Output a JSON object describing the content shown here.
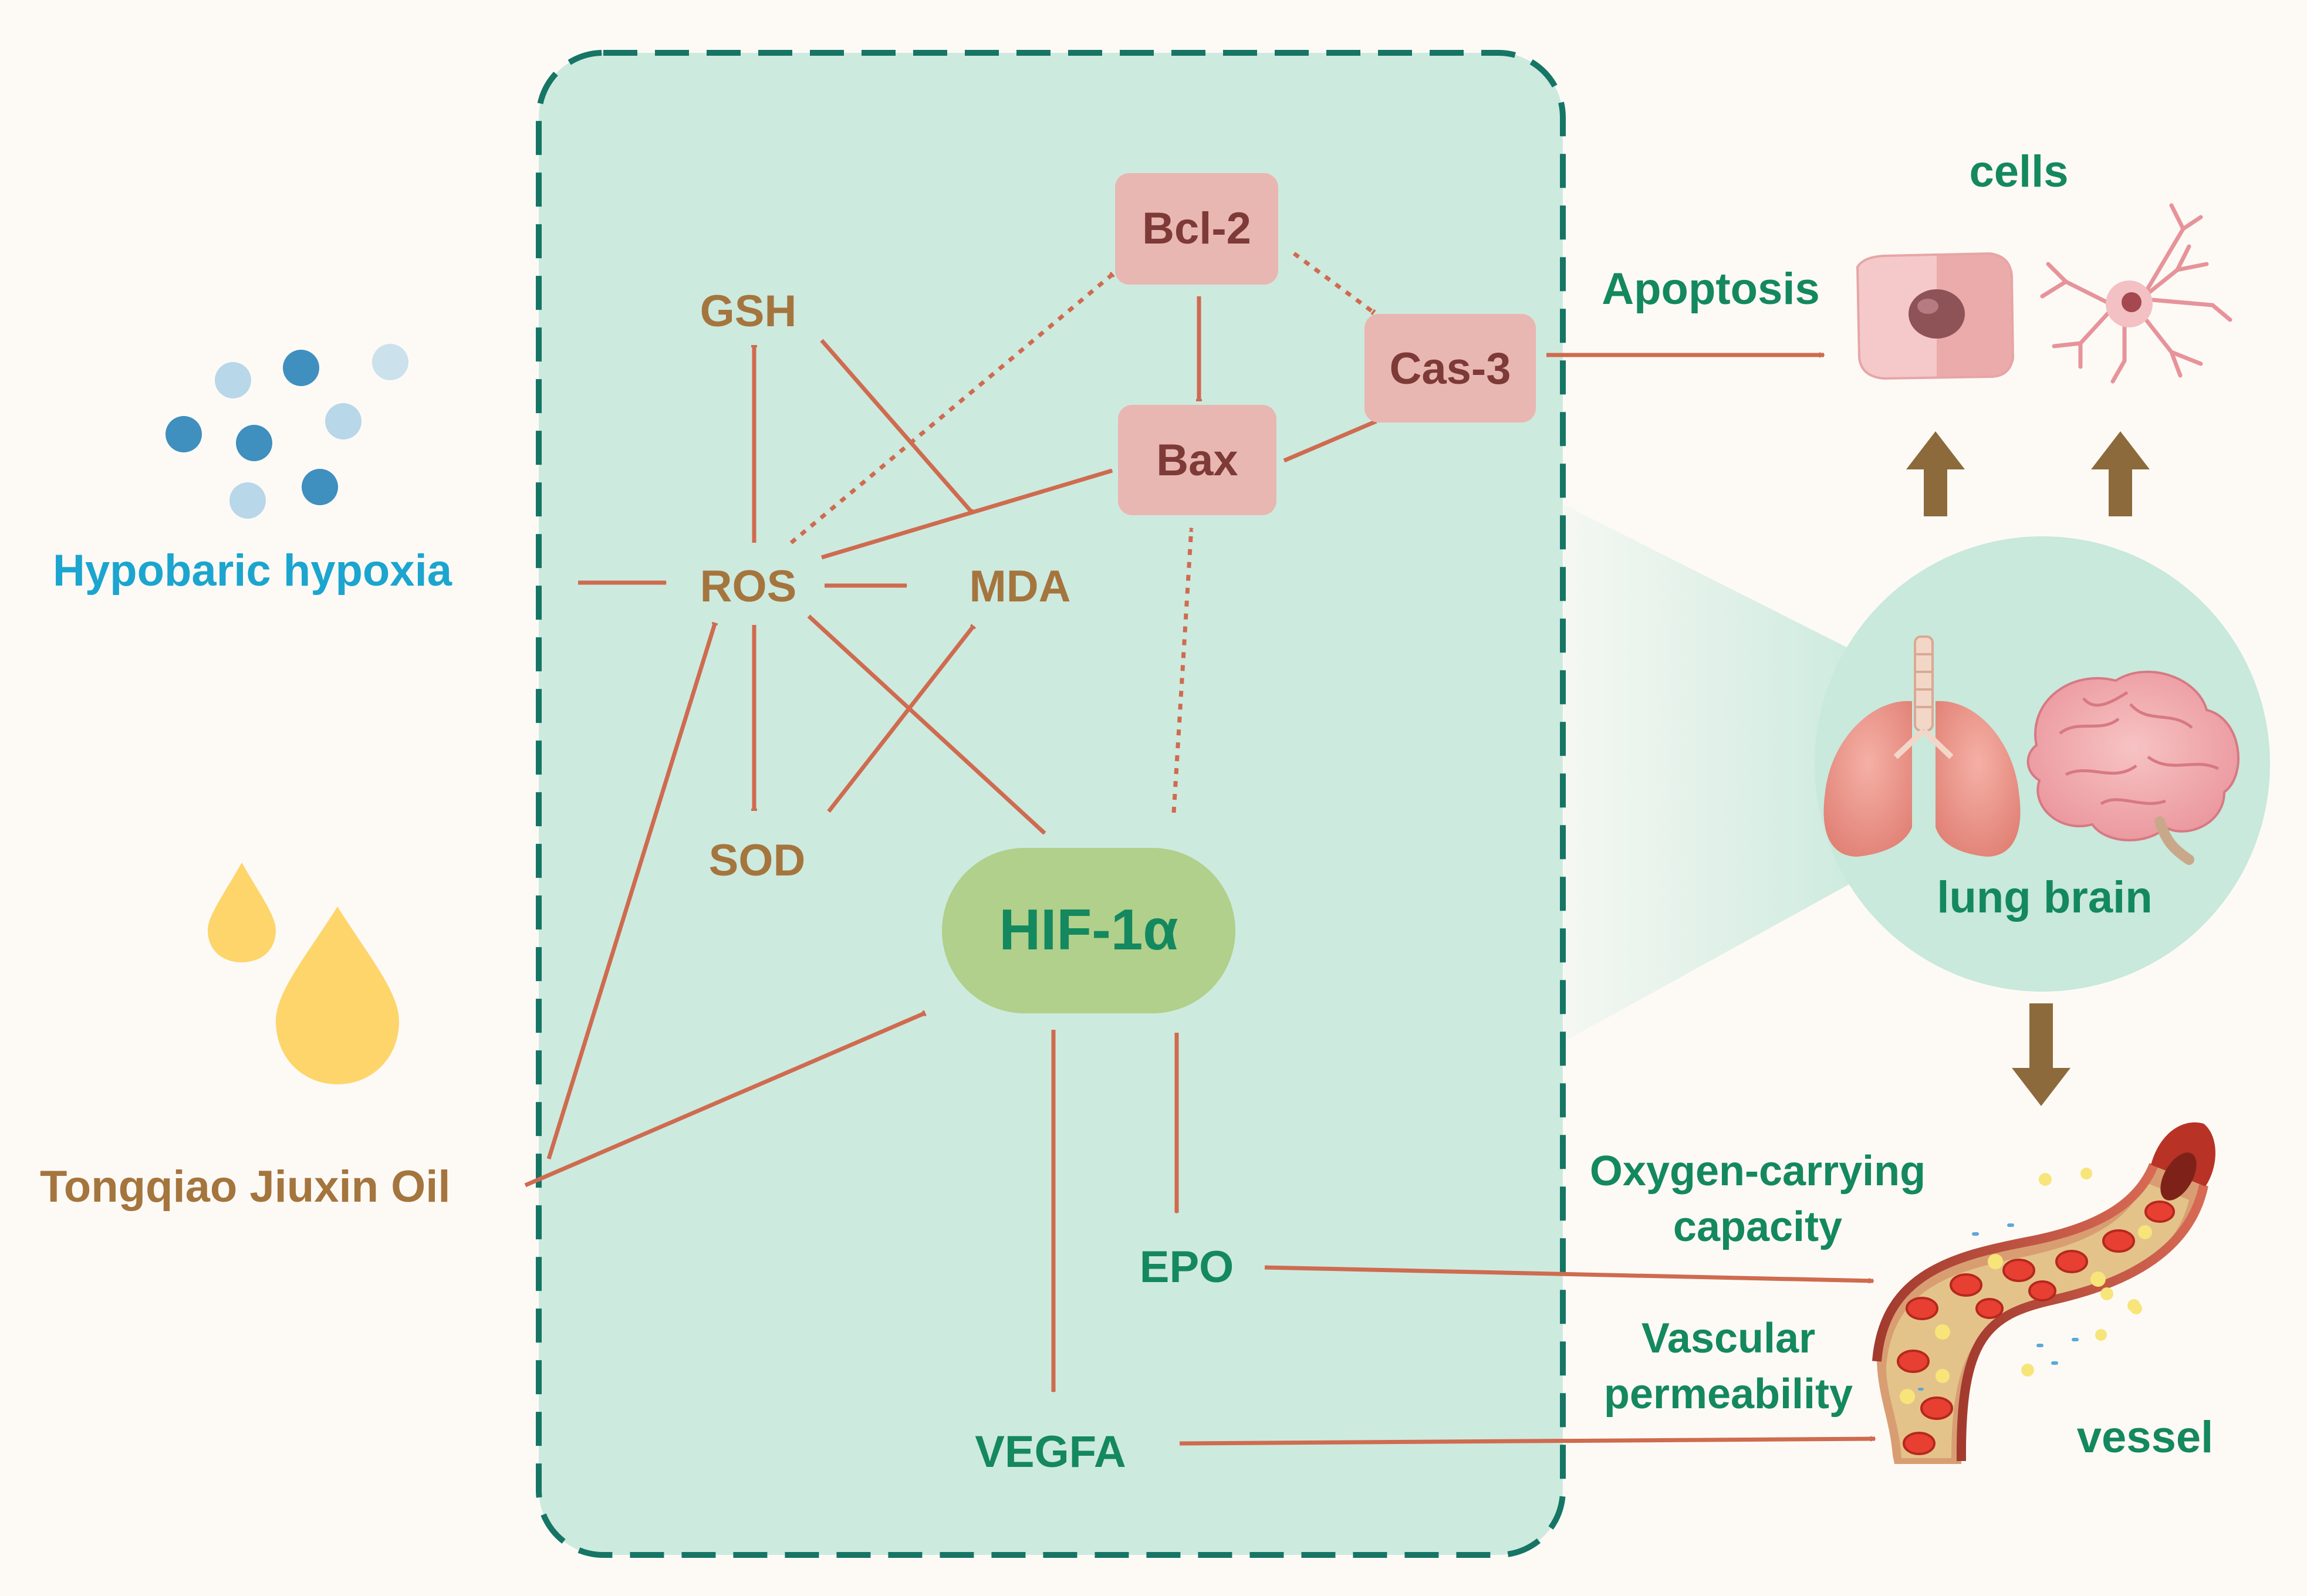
{
  "colors": {
    "background": "#fdfaf6",
    "panel_fill": "#cdeadf",
    "panel_border": "#167565",
    "arrow": "#cf6b4f",
    "brown_text": "#a5753e",
    "blue_text": "#1ba5cf",
    "green_text": "#14885e",
    "protein_box": "#e9b7b2",
    "protein_text": "#7d3a36",
    "hif_fill": "#b0d08b",
    "up_arrow": "#8d6a3b",
    "organ_circle": "#c8e9dc"
  },
  "inputs": {
    "hypoxia": "Hypobaric hypoxia",
    "oil": "Tongqiao Jiuxin Oil"
  },
  "nodes": {
    "gsh": "GSH",
    "ros": "ROS",
    "mda": "MDA",
    "sod": "SOD",
    "bcl2": "Bcl-2",
    "bax": "Bax",
    "cas3": "Cas-3",
    "hif": "HIF-1α",
    "epo": "EPO",
    "vegfa": "VEGFA"
  },
  "outcomes": {
    "apoptosis": "Apoptosis",
    "cells": "cells",
    "organs": "lung brain",
    "oxygen_line1": "Oxygen-carrying",
    "oxygen_line2": "capacity",
    "vascular_line1": "Vascular",
    "vascular_line2": "permeability",
    "vessel": "vessel"
  },
  "icons": [
    "hypoxia-dots-icon",
    "oil-drops-icon",
    "epithelial-cell-icon",
    "neuron-icon",
    "lung-icon",
    "brain-icon",
    "blood-vessel-icon"
  ]
}
